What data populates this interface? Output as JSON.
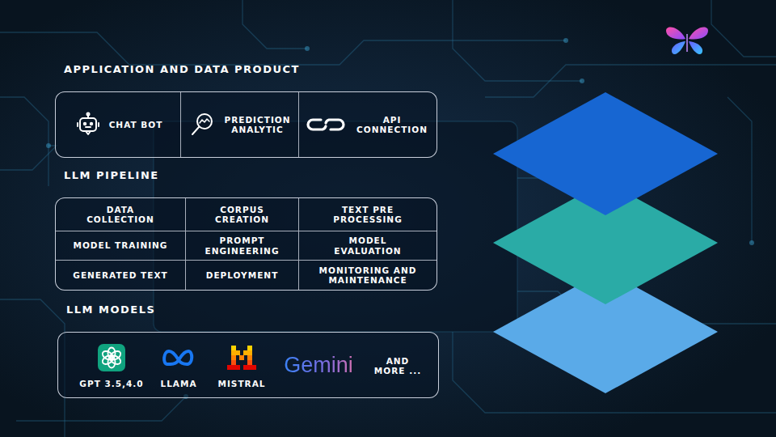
{
  "diagram": {
    "nodes": [
      {
        "text": [
          "APPLICATION AND DATA PRODUCT"
        ]
      },
      {
        "text": [
          "CHAT BOT"
        ],
        "in": 0
      },
      {
        "text": [
          "PREDICTION ANALYTIC"
        ],
        "in": 0
      },
      {
        "text": [
          "API CONNECTION"
        ],
        "in": 0
      },
      {
        "text": [
          "LLM PIPELINE"
        ]
      },
      {
        "text": [
          "DATA COLLECTION"
        ],
        "in": 4
      },
      {
        "text": [
          "CORPUS CREATION"
        ],
        "in": 4
      },
      {
        "text": [
          "TEXT PRE PROCESSING"
        ],
        "in": 4
      },
      {
        "text": [
          "MODEL TRAINING"
        ],
        "in": 4
      },
      {
        "text": [
          "PROMPT ENGINEERING"
        ],
        "in": 4
      },
      {
        "text": [
          "MODEL EVALUATION"
        ],
        "in": 4
      },
      {
        "text": [
          "GENERATED TEXT"
        ],
        "in": 4
      },
      {
        "text": [
          "DEPLOYMENT"
        ],
        "in": 4
      },
      {
        "text": [
          "MONITORING AND MAINTENANCE"
        ],
        "in": 4
      },
      {
        "text": [
          "LLM MODELS"
        ]
      },
      {
        "text": [
          "GPT 3.5,4.0"
        ],
        "in": 14
      },
      {
        "text": [
          "LLAMA"
        ],
        "in": 14
      },
      {
        "text": [
          "MISTRAL"
        ],
        "in": 14
      },
      {
        "text": [
          "Gemini"
        ],
        "in": 14
      },
      {
        "text": [
          "AND MORE ..."
        ],
        "in": 14
      }
    ]
  }
}
